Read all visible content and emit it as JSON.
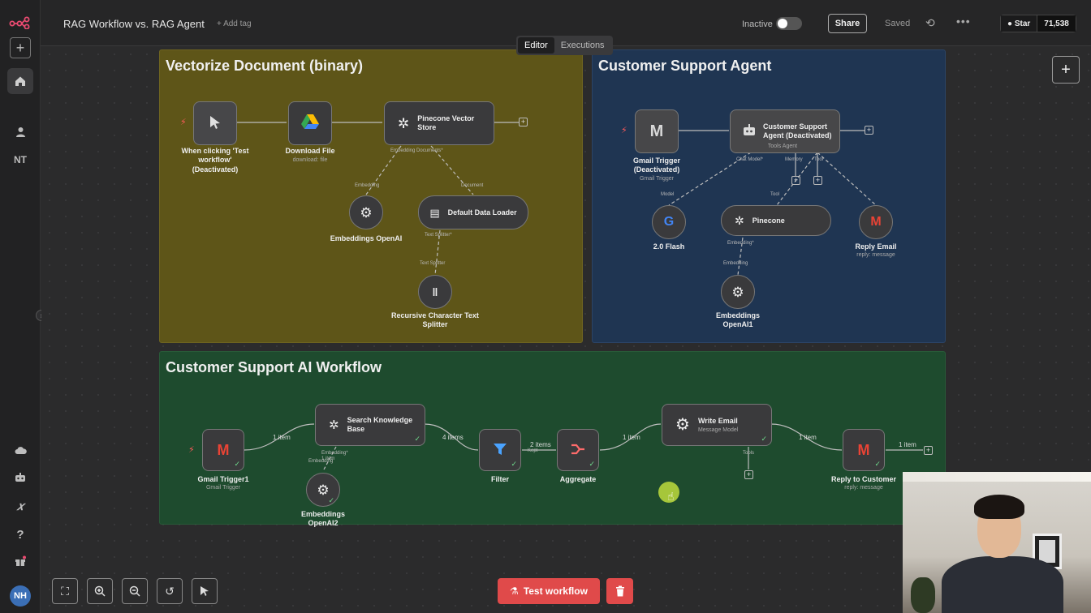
{
  "header": {
    "title": "RAG Workflow vs. RAG Agent",
    "add_tag": "+ Add tag",
    "status": "Inactive",
    "share": "Share",
    "saved": "Saved",
    "star": "Star",
    "star_count": "71,538"
  },
  "tabs": {
    "editor": "Editor",
    "executions": "Executions"
  },
  "sidebar": {
    "user_initials": "NT",
    "avatar_initials": "NH"
  },
  "groups": {
    "vectorize": {
      "title": "Vectorize Document (binary)",
      "trigger_label": "When clicking 'Test workflow' (Deactivated)",
      "download_label": "Download File",
      "download_sub": "download: file",
      "pinecone_label": "Pinecone Vector Store",
      "port_embedding_docs": "Embedding Documents*",
      "port_embedding": "Embedding",
      "port_document": "Document",
      "embeddings_label": "Embeddings OpenAI",
      "loader_label": "Default Data Loader",
      "port_text_splitter": "Text Splitter*",
      "port_text_splitter2": "Text Splitter",
      "splitter_label": "Recursive Character Text Splitter"
    },
    "agent": {
      "title": "Customer Support Agent",
      "gmail_label": "Gmail Trigger (Deactivated)",
      "gmail_sub": "Gmail Trigger",
      "agent_label": "Customer Support Agent (Deactivated)",
      "agent_sub": "Tools Agent",
      "port_chat_model": "Chat Model*",
      "port_memory": "Memory",
      "port_tool": "Tool",
      "port_model": "Model",
      "port_tool2": "Tool",
      "gemini_label": "2.0 Flash",
      "pinecone_label": "Pinecone",
      "port_embedding": "Embedding*",
      "port_embedding2": "Embedding",
      "reply_label": "Reply Email",
      "reply_sub": "reply: message",
      "embeddings_label": "Embeddings OpenAI1"
    },
    "workflow": {
      "title": "Customer Support AI Workflow",
      "gmail_label": "Gmail Trigger1",
      "gmail_sub": "Gmail Trigger",
      "edge1": "1 item",
      "search_label": "Search Knowledge Base",
      "port_embedding": "Embedding*",
      "port_embedding2": "Embedding",
      "edge_search_sub": "1 item",
      "edge2": "4 items",
      "filter_label": "Filter",
      "edge3": "2 items",
      "edge3_sub": "Kept",
      "aggregate_label": "Aggregate",
      "edge4": "1 item",
      "write_label": "Write Email",
      "write_sub": "Message Model",
      "port_tools": "Tools",
      "edge5": "1 item",
      "reply_label": "Reply to Customer",
      "reply_sub": "reply: message",
      "edge6": "1 item",
      "embeddings_label": "Embeddings OpenAI2"
    }
  },
  "footer": {
    "test_workflow": "Test workflow"
  },
  "colors": {
    "group_yellow": "#5e5518",
    "group_blue": "#1f3552",
    "group_green": "#1e4b2e",
    "accent_red": "#e04a4a"
  },
  "icons": [
    "n8n-logo-icon",
    "plus-icon",
    "home-icon",
    "user-icon",
    "cloud-icon",
    "templates-icon",
    "variables-icon",
    "help-icon",
    "gift-icon",
    "cursor-icon",
    "google-drive-icon",
    "pinecone-icon",
    "openai-icon",
    "document-icon",
    "splitter-icon",
    "gmail-icon",
    "robot-icon",
    "google-icon",
    "filter-icon",
    "aggregate-icon",
    "fit-view-icon",
    "zoom-in-icon",
    "zoom-out-icon",
    "undo-icon",
    "pointer-icon",
    "flask-icon",
    "trash-icon",
    "github-icon",
    "history-icon",
    "more-icon"
  ]
}
